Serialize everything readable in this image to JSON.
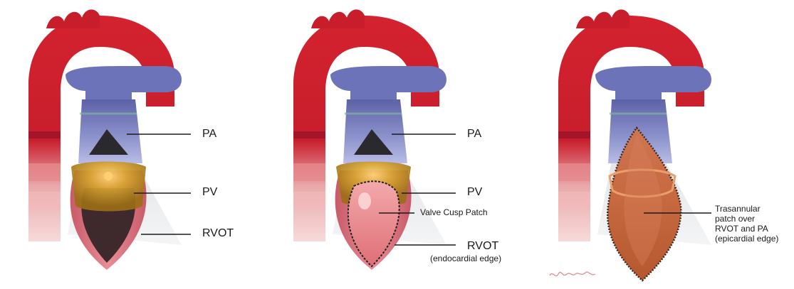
{
  "panels": [
    {
      "labels": {
        "pa": "PA",
        "pv": "PV",
        "rvot": "RVOT"
      }
    },
    {
      "labels": {
        "pa": "PA",
        "pv": "PV",
        "patch": "Valve Cusp Patch",
        "rvot": "RVOT",
        "rvot_note": "(endocardial edge)"
      }
    },
    {
      "labels": {
        "patch_lines": [
          "Trasannular",
          "patch over",
          "RVOT and PA",
          "(epicardial edge)"
        ]
      }
    }
  ],
  "colors": {
    "aorta": "#c81e2c",
    "aorta_dark": "#8e1420",
    "pulmonary_artery": "#6d73b8",
    "pulmonary_trunk": "#9a9fd6",
    "valve": "#c99a1e",
    "rvot_tissue": "#e07a84",
    "rvot_interior": "#3e2a2c",
    "patch": "#e7888d",
    "transannular_patch": "#c96a3f",
    "leader_line": "#1a1a1a"
  }
}
